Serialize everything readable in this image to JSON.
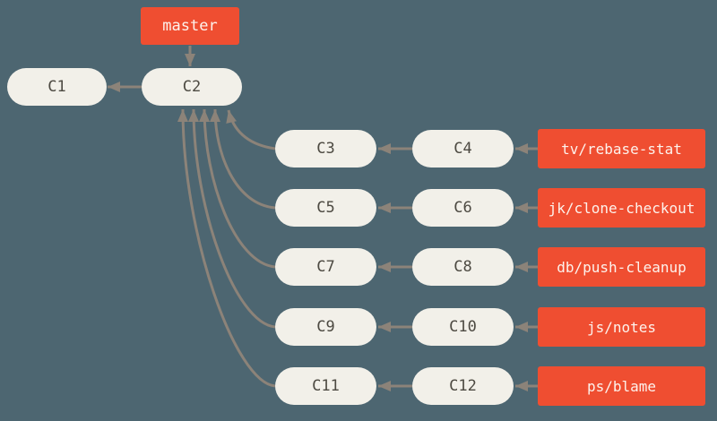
{
  "diagram": {
    "title": "git topic branches history graph",
    "colors": {
      "background": "#4d6671",
      "commit_fill": "#f2f0e9",
      "commit_text": "#4d4a42",
      "branch_fill": "#ef4e31",
      "branch_text": "#fdf2ec",
      "arrow": "#8c8379"
    },
    "commits": {
      "c1": "C1",
      "c2": "C2",
      "c3": "C3",
      "c4": "C4",
      "c5": "C5",
      "c6": "C6",
      "c7": "C7",
      "c8": "C8",
      "c9": "C9",
      "c10": "C10",
      "c11": "C11",
      "c12": "C12"
    },
    "branches": {
      "master": "master",
      "tv": "tv/rebase-stat",
      "jk": "jk/clone-checkout",
      "db": "db/push-cleanup",
      "js": "js/notes",
      "ps": "ps/blame"
    },
    "edges": [
      {
        "from": "master",
        "to": "C2"
      },
      {
        "from": "C2",
        "to": "C1"
      },
      {
        "from": "C3",
        "to": "C2"
      },
      {
        "from": "C5",
        "to": "C2"
      },
      {
        "from": "C7",
        "to": "C2"
      },
      {
        "from": "C9",
        "to": "C2"
      },
      {
        "from": "C11",
        "to": "C2"
      },
      {
        "from": "C4",
        "to": "C3"
      },
      {
        "from": "C6",
        "to": "C5"
      },
      {
        "from": "C8",
        "to": "C7"
      },
      {
        "from": "C10",
        "to": "C9"
      },
      {
        "from": "C12",
        "to": "C11"
      },
      {
        "from": "tv/rebase-stat",
        "to": "C4"
      },
      {
        "from": "jk/clone-checkout",
        "to": "C6"
      },
      {
        "from": "db/push-cleanup",
        "to": "C8"
      },
      {
        "from": "js/notes",
        "to": "C10"
      },
      {
        "from": "ps/blame",
        "to": "C12"
      }
    ]
  }
}
